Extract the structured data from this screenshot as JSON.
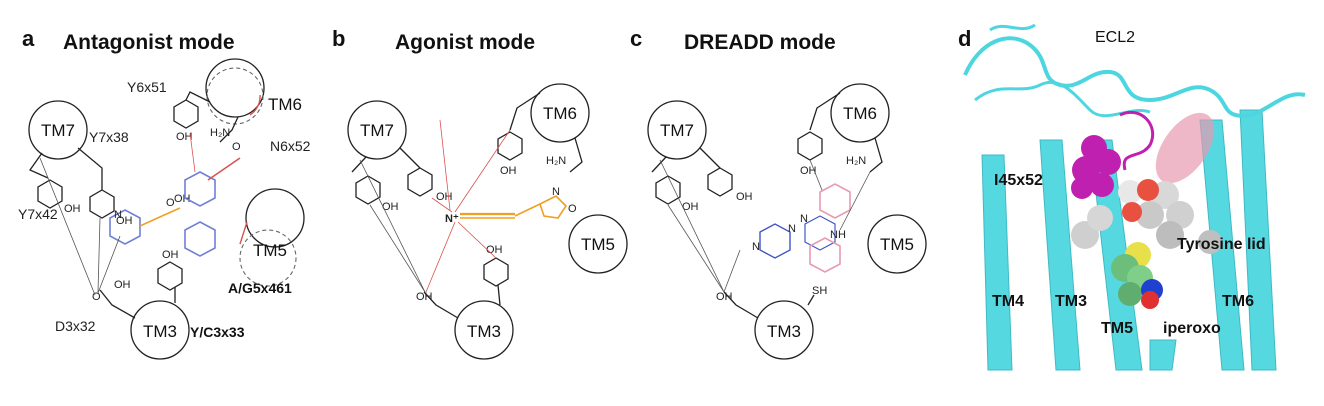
{
  "panels": {
    "a": {
      "letter": "a",
      "title": "Antagonist mode",
      "helices": {
        "tm7": "TM7",
        "tm6": "TM6",
        "tm5": "TM5",
        "tm3": "TM3"
      },
      "residues": {
        "y6x51": "Y6x51",
        "y7x38": "Y7x38",
        "n6x52": "N6x52",
        "y7x42": "Y7x42",
        "d3x32": "D3x32",
        "a_g5x461": "A/G5x461",
        "y_c3x33": "Y/C3x33"
      },
      "atoms": {
        "oh": "OH",
        "o": "O",
        "h2n": "H₂N",
        "n": "N"
      }
    },
    "b": {
      "letter": "b",
      "title": "Agonist mode",
      "helices": {
        "tm7": "TM7",
        "tm6": "TM6",
        "tm5": "TM5",
        "tm3": "TM3"
      },
      "atoms": {
        "oh": "OH",
        "h2n": "H₂N",
        "nplus": "N⁺",
        "n": "N",
        "o": "O"
      }
    },
    "c": {
      "letter": "c",
      "title": "DREADD mode",
      "helices": {
        "tm7": "TM7",
        "tm6": "TM6",
        "tm5": "TM5",
        "tm3": "TM3"
      },
      "atoms": {
        "oh": "OH",
        "h2n": "H₂N",
        "n": "N",
        "nh": "NH",
        "sh": "SH"
      }
    },
    "d": {
      "letter": "d",
      "labels": {
        "ecl2": "ECL2",
        "i45x52": "I45x52",
        "tyrosine_lid": "Tyrosine lid",
        "tm4": "TM4",
        "tm3": "TM3",
        "tm5": "TM5",
        "tm6": "TM6",
        "ligand": "iperoxo"
      }
    }
  },
  "colors": {
    "ligand_blue": "#6f7fd8",
    "ligand_orange": "#f0a020",
    "ligand_pink": "#e79ab0",
    "ligand_yellow": "#e8e04a",
    "interaction_red": "#d9534f",
    "helix_cyan": "#4dd6e0",
    "magenta": "#c020b0"
  }
}
